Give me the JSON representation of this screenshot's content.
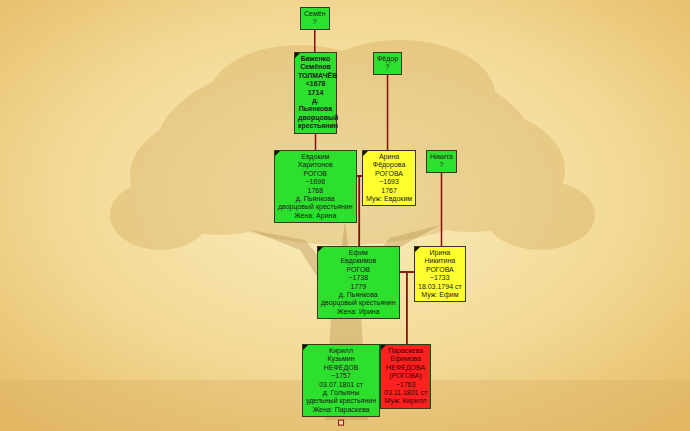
{
  "diagram": {
    "nodes": [
      {
        "text": [
          "Семён",
          "?"
        ]
      },
      {
        "text": [
          "Баженко",
          "Семёнов",
          "ТОЛМАЧЁВ",
          "<1678",
          "1714",
          "д. Пьянкова",
          "дворцовый крестьянин"
        ]
      },
      {
        "text": [
          "Фёдор",
          "?"
        ]
      },
      {
        "text": [
          "Евдоким",
          "Харитонов",
          "РОГОВ",
          "~1698",
          "1768",
          "д. Пьянкова",
          "дворцовый крестьянин",
          "Жена: Арина"
        ]
      },
      {
        "text": [
          "Арина",
          "Фёдорова",
          "РОГОВА",
          "~1693",
          "1767",
          "Муж: Евдоким"
        ]
      },
      {
        "text": [
          "Никита",
          "?"
        ]
      },
      {
        "text": [
          "Ефим",
          "Евдокимов",
          "РОГОВ",
          "~1738",
          "1779",
          "д. Пьянкова",
          "дворцовый крестьянин",
          "Жена: Ирина"
        ]
      },
      {
        "text": [
          "Ирина",
          "Никитина",
          "РОГОВА",
          "~1733",
          "18.03.1794 ст",
          "Муж: Ефим"
        ]
      },
      {
        "text": [
          "Кирилл",
          "Кузьмин",
          "НЕФЁДОВ",
          "~1757",
          "03.07.1801 ст",
          "д. Голыяны",
          "удельный крестьянин",
          "Жена: Параскева"
        ]
      },
      {
        "text": [
          "Параскева",
          "Ефимова",
          "НЕФЁДОВА",
          "(РОГОВА)",
          "~1763",
          "03.11.1801 ст",
          "Муж: Кирилл"
        ]
      }
    ],
    "edges": [
      {
        "from": 0,
        "to": 1,
        "arrow": "none"
      },
      {
        "from": 1,
        "to": 3,
        "arrow": "none"
      },
      {
        "from": 2,
        "to": 4,
        "arrow": "none"
      },
      {
        "from": 3,
        "to": 4,
        "arrow": "none"
      },
      {
        "from": 3,
        "to": 6,
        "arrow": "none"
      },
      {
        "from": 4,
        "to": 6,
        "arrow": "none"
      },
      {
        "from": 5,
        "to": 7,
        "arrow": "none"
      },
      {
        "from": 6,
        "to": 7,
        "arrow": "none"
      },
      {
        "from": 6,
        "to": 9,
        "arrow": "none"
      },
      {
        "from": 7,
        "to": 9,
        "arrow": "none"
      }
    ]
  }
}
